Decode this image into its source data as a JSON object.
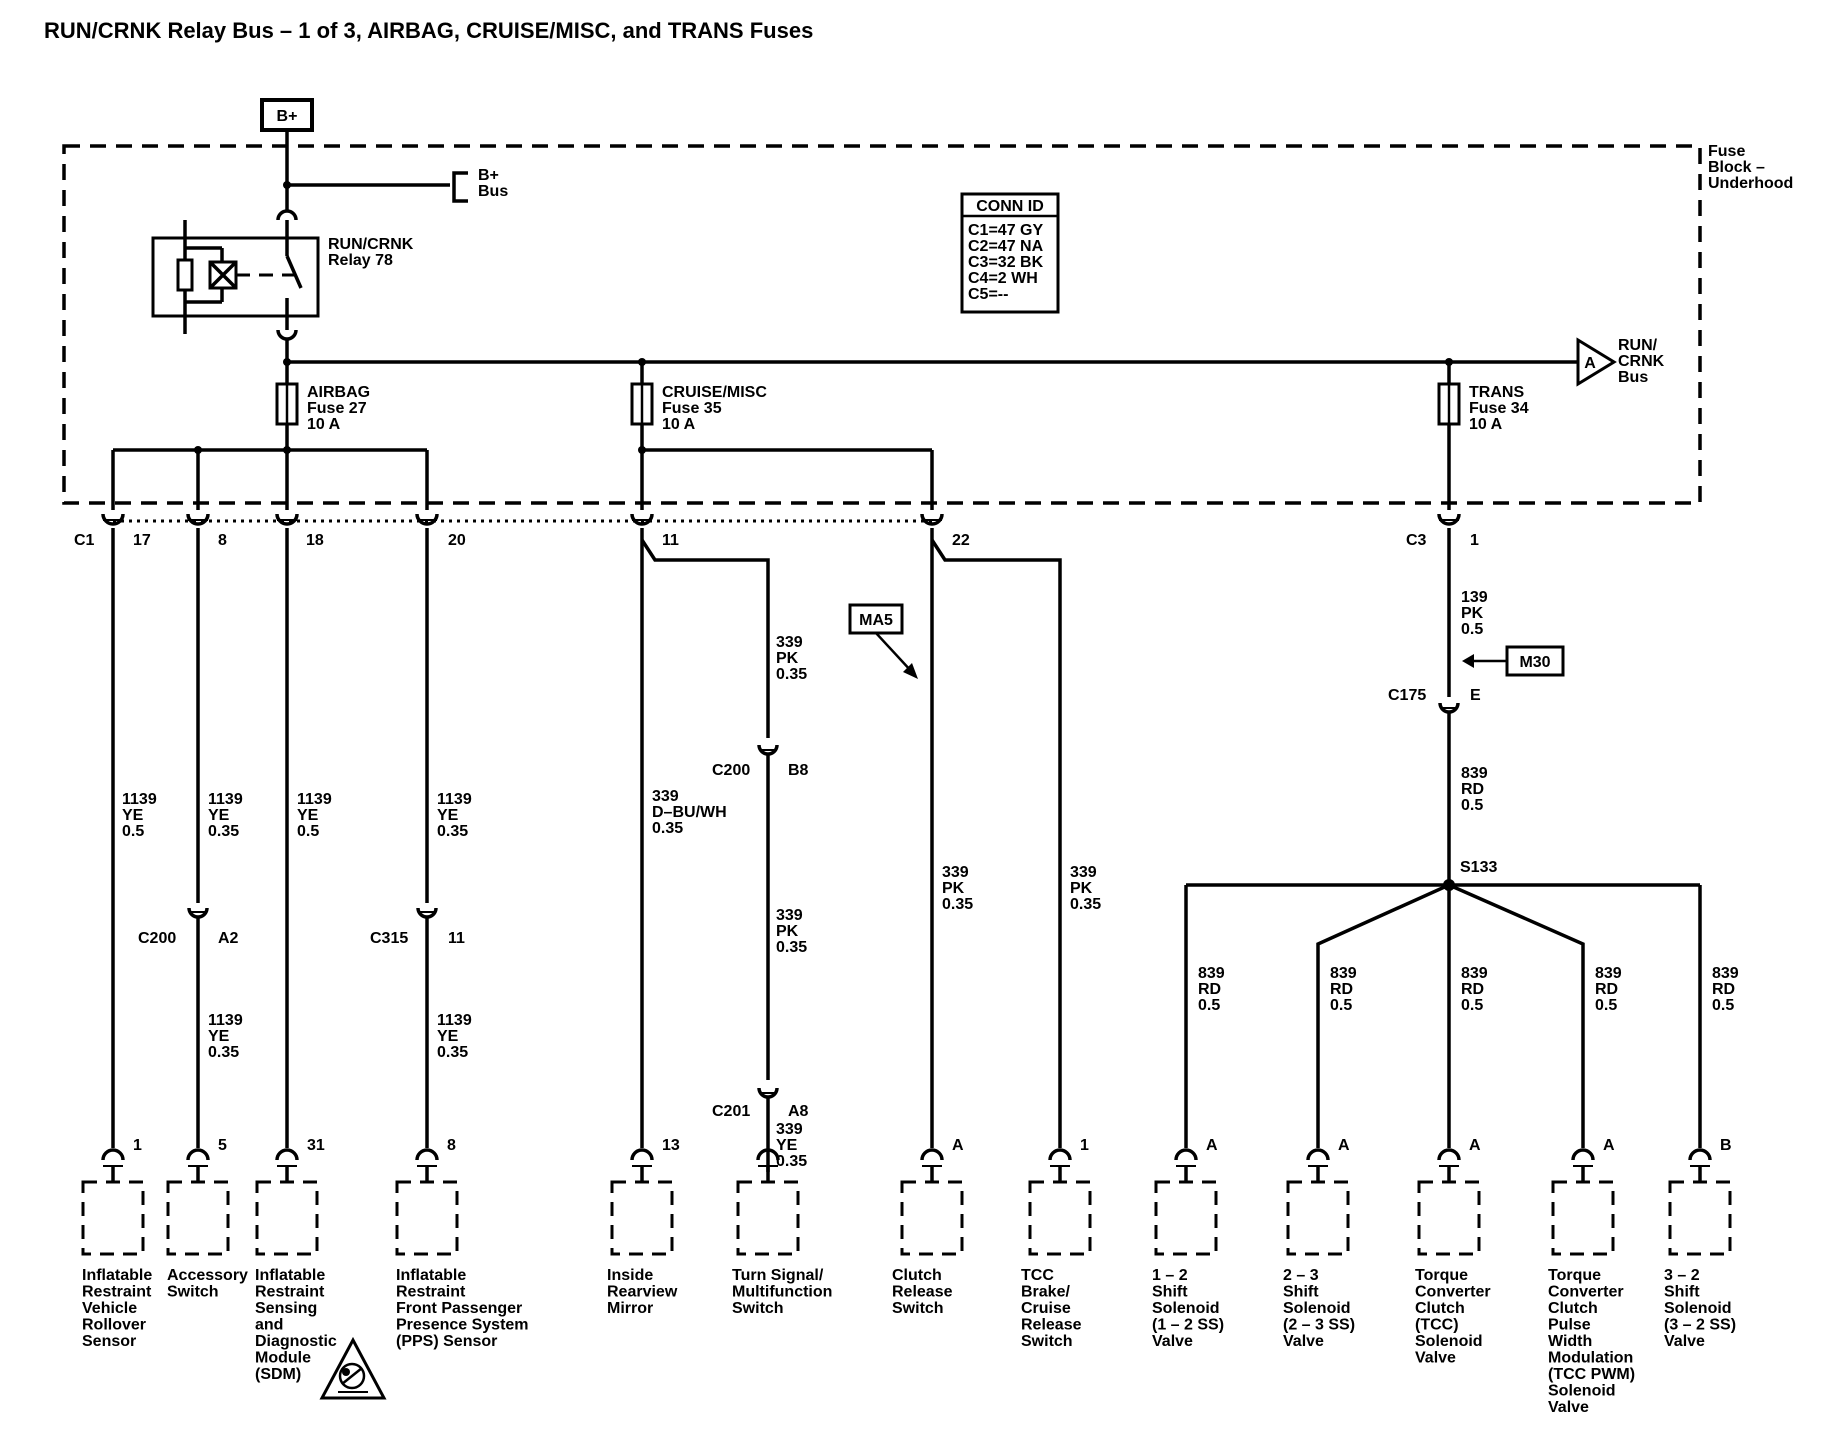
{
  "title": "RUN/CRNK Relay Bus – 1 of 3, AIRBAG, CRUISE/MISC, and TRANS Fuses",
  "battery": "B+",
  "fuse_block": [
    "Fuse",
    "Block –",
    "Underhood"
  ],
  "bplus_bus": [
    "B+",
    "Bus"
  ],
  "relay": [
    "RUN/CRNK",
    "Relay 78"
  ],
  "run_crnk_bus": {
    "marker": "A",
    "label": [
      "RUN/",
      "CRNK",
      "Bus"
    ]
  },
  "conn_id": {
    "header": "CONN ID",
    "lines": [
      "C1=47 GY",
      "C2=47 NA",
      "C3=32 BK",
      "C4=2 WH",
      "C5=--"
    ]
  },
  "fuses": [
    {
      "label": [
        "AIRBAG",
        "Fuse 27",
        "10 A"
      ]
    },
    {
      "label": [
        "CRUISE/MISC",
        "Fuse 35",
        "10 A"
      ]
    },
    {
      "label": [
        "TRANS",
        "Fuse 34",
        "10 A"
      ]
    }
  ],
  "c1": {
    "name": "C1",
    "pins": [
      "17",
      "8",
      "18",
      "20",
      "11",
      "22"
    ]
  },
  "c3": {
    "name": "C3",
    "pin": "1"
  },
  "wires": {
    "rollover": [
      "1139",
      "YE",
      "0.5"
    ],
    "accessory_top": [
      "1139",
      "YE",
      "0.35"
    ],
    "accessory_bot": [
      "1139",
      "YE",
      "0.35"
    ],
    "sdm": [
      "1139",
      "YE",
      "0.5"
    ],
    "pps_top": [
      "1139",
      "YE",
      "0.35"
    ],
    "pps_bot": [
      "1139",
      "YE",
      "0.35"
    ],
    "mirror": [
      "339",
      "D–BU/WH",
      "0.35"
    ],
    "turn_1": [
      "339",
      "PK",
      "0.35"
    ],
    "turn_2": [
      "339",
      "PK",
      "0.35"
    ],
    "turn_3": [
      "339",
      "YE",
      "0.35"
    ],
    "clutch": [
      "339",
      "PK",
      "0.35"
    ],
    "tcc_brake": [
      "339",
      "PK",
      "0.35"
    ],
    "trans_1": [
      "139",
      "PK",
      "0.5"
    ],
    "trans_2": [
      "839",
      "RD",
      "0.5"
    ],
    "branch": [
      "839",
      "RD",
      "0.5"
    ]
  },
  "inline_connectors": {
    "c200_a2": [
      "C200",
      "A2"
    ],
    "c315": [
      "C315",
      "11"
    ],
    "c200_b8": [
      "C200",
      "B8"
    ],
    "c201": [
      "C201",
      "A8"
    ],
    "c175": [
      "C175",
      "E"
    ]
  },
  "splice": "S133",
  "refs": {
    "ma5": "MA5",
    "m30": "M30"
  },
  "components": [
    {
      "pin": "1",
      "label": [
        "Inflatable",
        "Restraint",
        "Vehicle",
        "Rollover",
        "Sensor"
      ]
    },
    {
      "pin": "5",
      "label": [
        "Accessory",
        "Switch"
      ]
    },
    {
      "pin": "31",
      "label": [
        "Inflatable",
        "Restraint",
        "Sensing",
        "and",
        "Diagnostic",
        "Module",
        "(SDM)"
      ]
    },
    {
      "pin": "8",
      "label": [
        "Inflatable",
        "Restraint",
        "Front Passenger",
        "Presence System",
        "(PPS) Sensor"
      ]
    },
    {
      "pin": "13",
      "label": [
        "Inside",
        "Rearview",
        "Mirror"
      ]
    },
    {
      "pin": "",
      "label": [
        "Turn Signal/",
        "Multifunction",
        "Switch"
      ]
    },
    {
      "pin": "A",
      "label": [
        "Clutch",
        "Release",
        "Switch"
      ]
    },
    {
      "pin": "1",
      "label": [
        "TCC",
        "Brake/",
        "Cruise",
        "Release",
        "Switch"
      ]
    },
    {
      "pin": "A",
      "label": [
        "1 – 2",
        "Shift",
        "Solenoid",
        "(1 – 2 SS)",
        "Valve"
      ]
    },
    {
      "pin": "A",
      "label": [
        "2 – 3",
        "Shift",
        "Solenoid",
        "(2 – 3 SS)",
        "Valve"
      ]
    },
    {
      "pin": "A",
      "label": [
        "Torque",
        "Converter",
        "Clutch",
        "(TCC)",
        "Solenoid",
        "Valve"
      ]
    },
    {
      "pin": "A",
      "label": [
        "Torque",
        "Converter",
        "Clutch",
        "Pulse",
        "Width",
        "Modulation",
        "(TCC PWM)",
        "Solenoid",
        "Valve"
      ]
    },
    {
      "pin": "B",
      "label": [
        "3 – 2",
        "Shift",
        "Solenoid",
        "(3 – 2 SS)",
        "Valve"
      ]
    }
  ]
}
